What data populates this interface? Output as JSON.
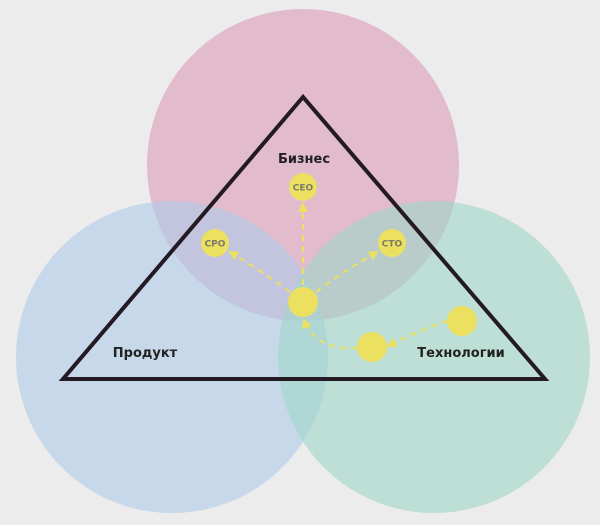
{
  "colors": {
    "background": "#ececec",
    "business": "#dc9cb8",
    "product": "#aecbe6",
    "technology": "#a2d6c8",
    "triangle": "#231a24",
    "node": "#ebe060",
    "node_text": "#7a7a6a"
  },
  "areas": {
    "business": "Бизнес",
    "product": "Продукт",
    "technology": "Технологии"
  },
  "nodes": {
    "ceo": "CEO",
    "cpo": "CPO",
    "cto": "CTO"
  }
}
